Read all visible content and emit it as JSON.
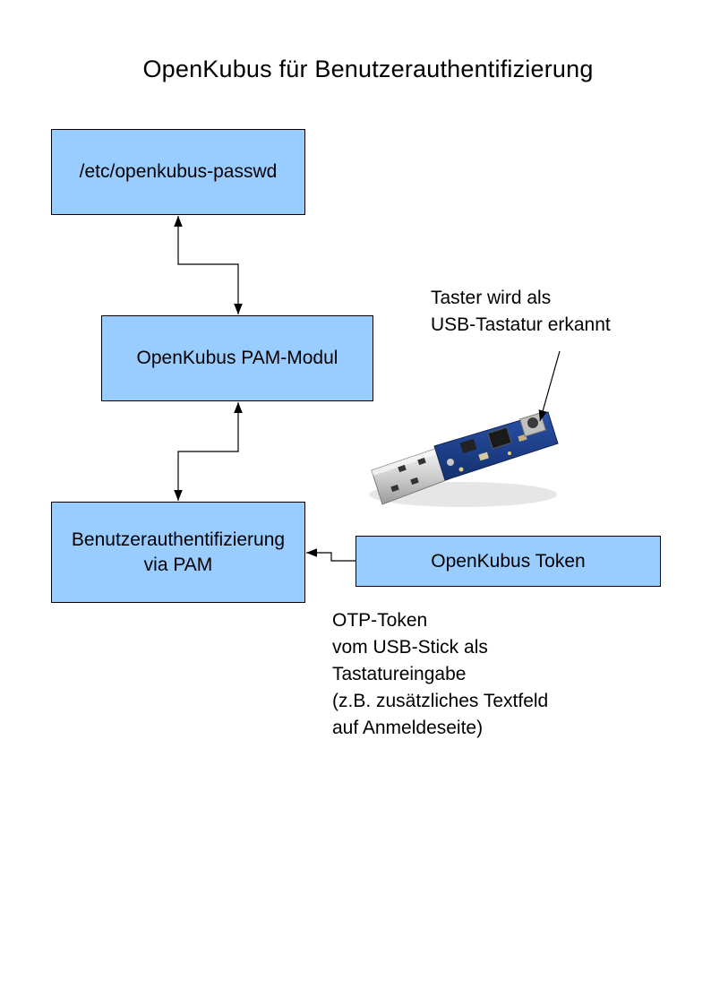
{
  "title": "OpenKubus für Benutzerauthentifizierung",
  "boxes": {
    "passwd": "/etc/openkubus-passwd",
    "pam_module": "OpenKubus PAM-Modul",
    "auth_line1": "Benutzerauthentifizierung",
    "auth_line2": "via PAM",
    "token": "OpenKubus Token"
  },
  "notes": {
    "taster": "Taster wird als\nUSB-Tastatur erkannt",
    "otp": "OTP-Token\nvom USB-Stick als\nTastatureingabe\n(z.B. zusätzliches Textfeld\nauf Anmeldeseite)"
  },
  "colors": {
    "box_fill": "#99ccff",
    "box_border": "#000000",
    "pcb": "#1d3f8f"
  }
}
